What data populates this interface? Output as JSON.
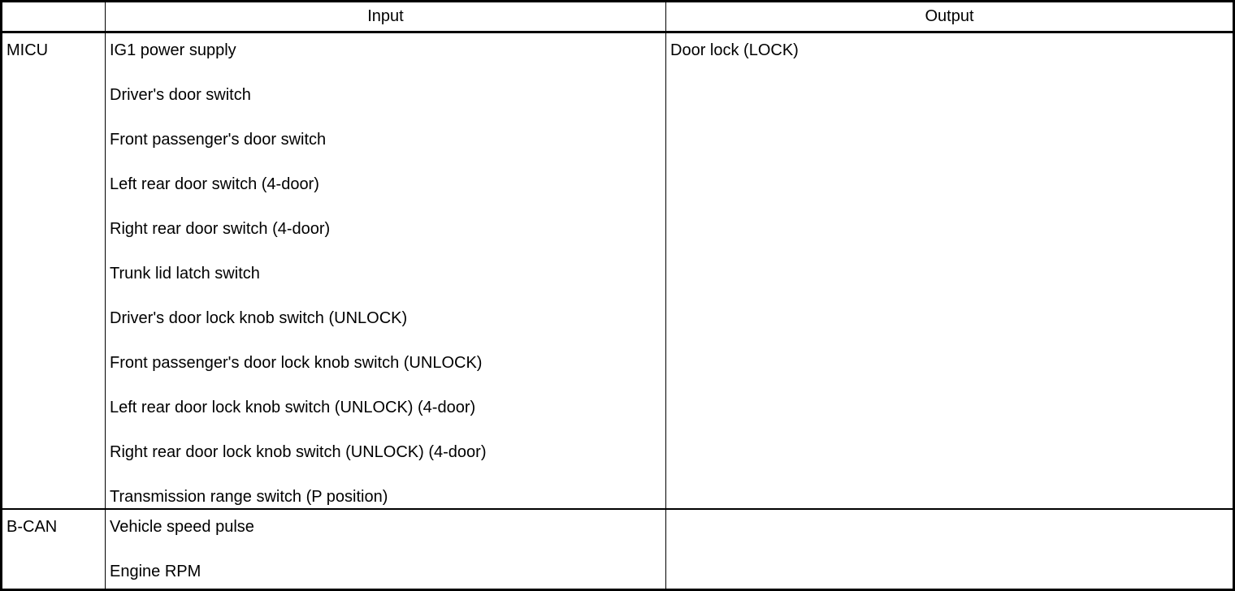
{
  "page": {
    "background_color": "#ffffff",
    "border_color": "#000000",
    "text_color": "#000000"
  },
  "table": {
    "headers": {
      "source": "",
      "input": "Input",
      "output": "Output"
    },
    "rows": [
      {
        "source": "MICU",
        "inputs": [
          "IG1 power supply",
          "Driver's door switch",
          "Front passenger's door switch",
          "Left rear door switch (4-door)",
          "Right rear door switch (4-door)",
          "Trunk lid latch switch",
          "Driver's door lock knob switch (UNLOCK)",
          "Front passenger's door lock knob switch (UNLOCK)",
          "Left rear door lock knob switch (UNLOCK) (4-door)",
          "Right rear door lock knob switch (UNLOCK) (4-door)",
          "Transmission range switch (P position)"
        ],
        "outputs": [
          "Door lock (LOCK)"
        ]
      },
      {
        "source": "B-CAN",
        "inputs": [
          "Vehicle speed pulse",
          "Engine RPM"
        ],
        "outputs": []
      }
    ]
  }
}
